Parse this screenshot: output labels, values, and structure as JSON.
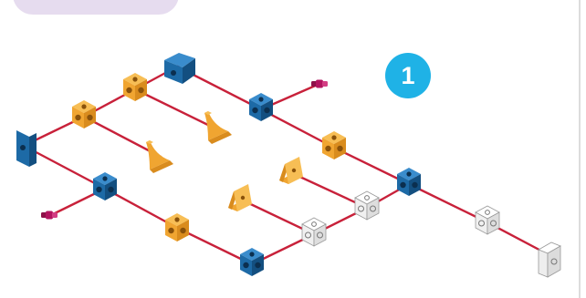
{
  "step": {
    "number": "1"
  },
  "colors": {
    "tab": "#e6dcef",
    "badge": "#1fb2e6",
    "rod": "#c8213a",
    "blue_cube": "#1d6aa6",
    "orange_cube": "#f0a531",
    "white_cube": "#f4f4f4",
    "pin": "#b2145f"
  },
  "parts": {
    "blue_connectors": 6,
    "orange_connectors": 4,
    "white_connectors": 4,
    "orange_ramps": 2,
    "orange_wedges": 2,
    "magenta_pins": 2
  }
}
